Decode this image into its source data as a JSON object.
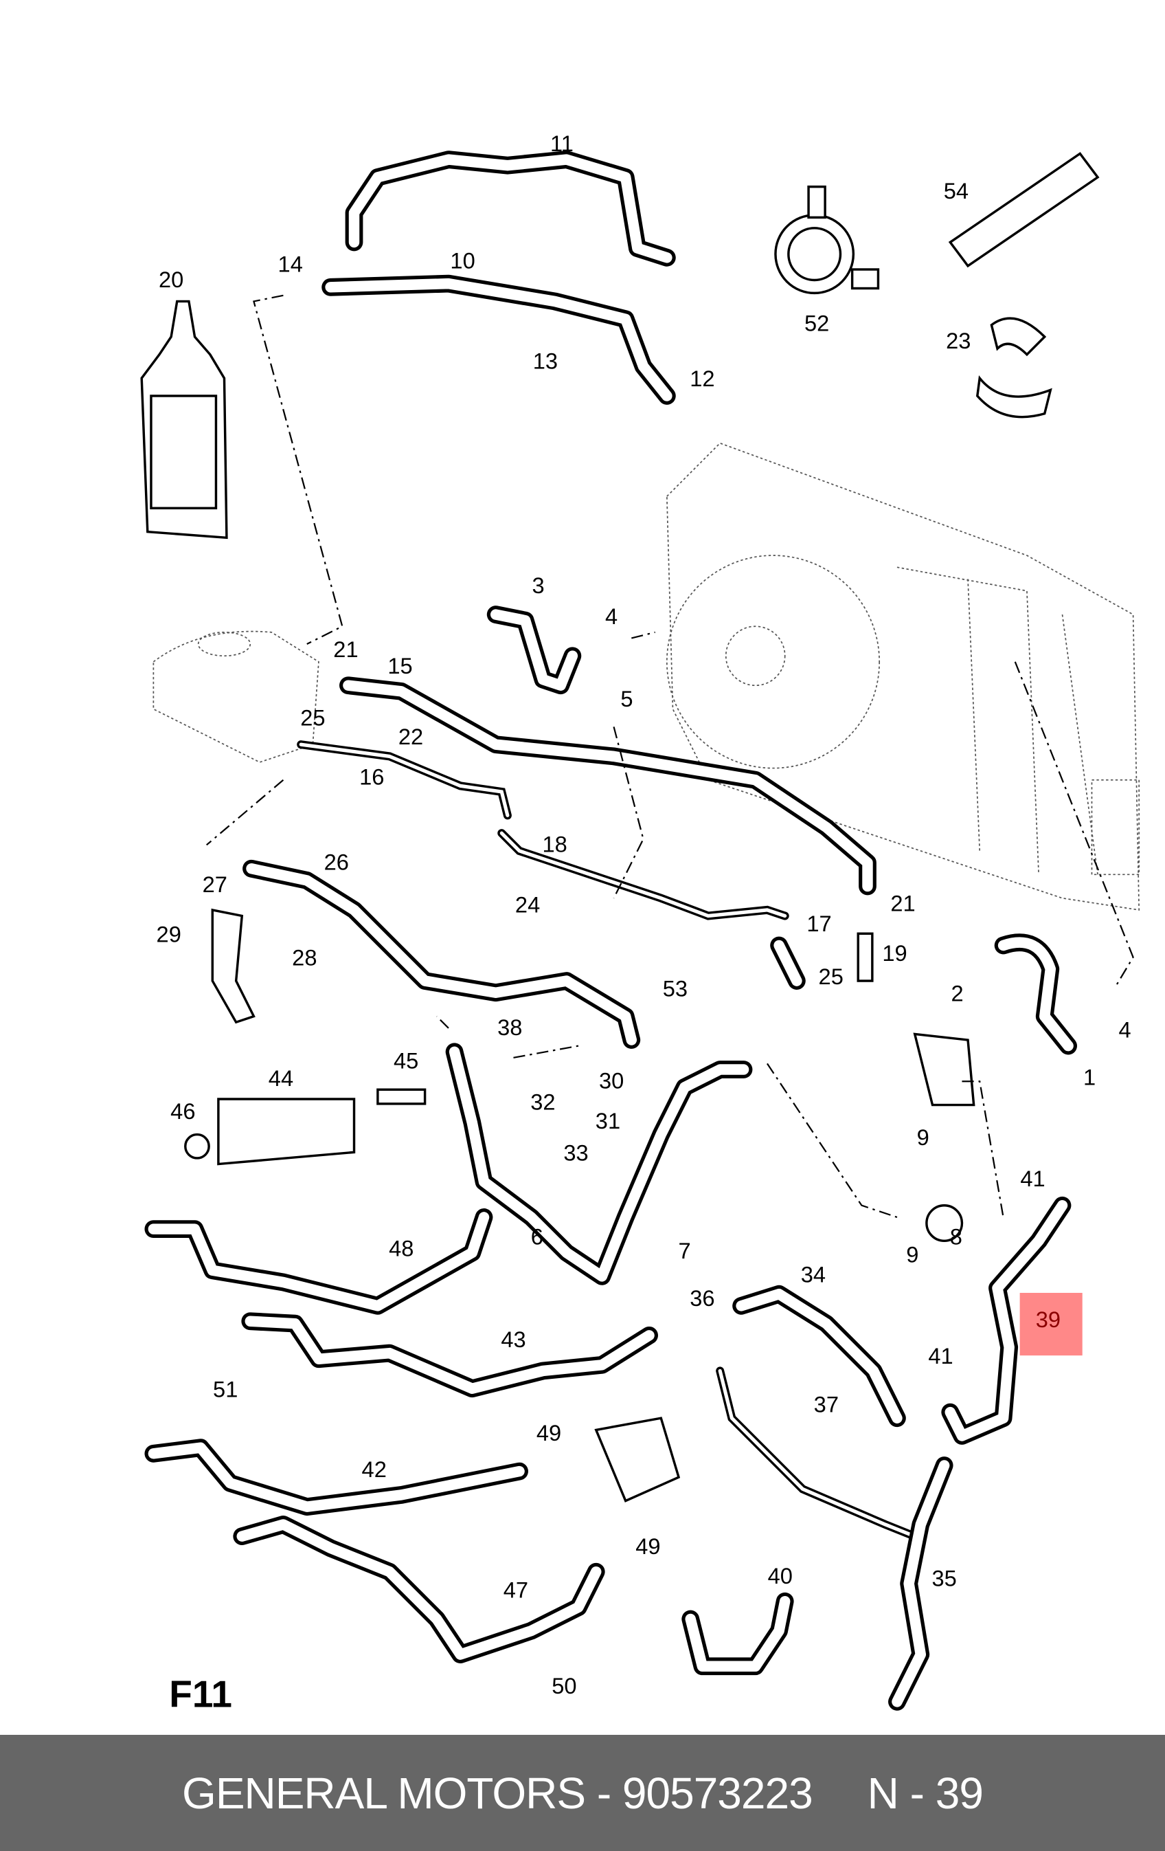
{
  "diagram": {
    "figure_id": "F11",
    "highlight_color": "#ff8888",
    "highlight_text_color": "#8b0000",
    "highlighted_label": "39",
    "callouts": [
      "11",
      "54",
      "20",
      "14",
      "10",
      "52",
      "23",
      "13",
      "12",
      "3",
      "4",
      "21",
      "15",
      "5",
      "25",
      "22",
      "16",
      "18",
      "26",
      "27",
      "24",
      "21",
      "17",
      "29",
      "28",
      "19",
      "25",
      "53",
      "2",
      "4",
      "38",
      "1",
      "30",
      "44",
      "45",
      "46",
      "32",
      "31",
      "9",
      "33",
      "41",
      "48",
      "6",
      "7",
      "8",
      "9",
      "34",
      "36",
      "43",
      "41",
      "51",
      "37",
      "49",
      "42",
      "49",
      "40",
      "35",
      "47",
      "50"
    ]
  },
  "footer": {
    "brand_part": "GENERAL MOTORS - 90573223",
    "item": "N - 39",
    "background": "#666666"
  }
}
